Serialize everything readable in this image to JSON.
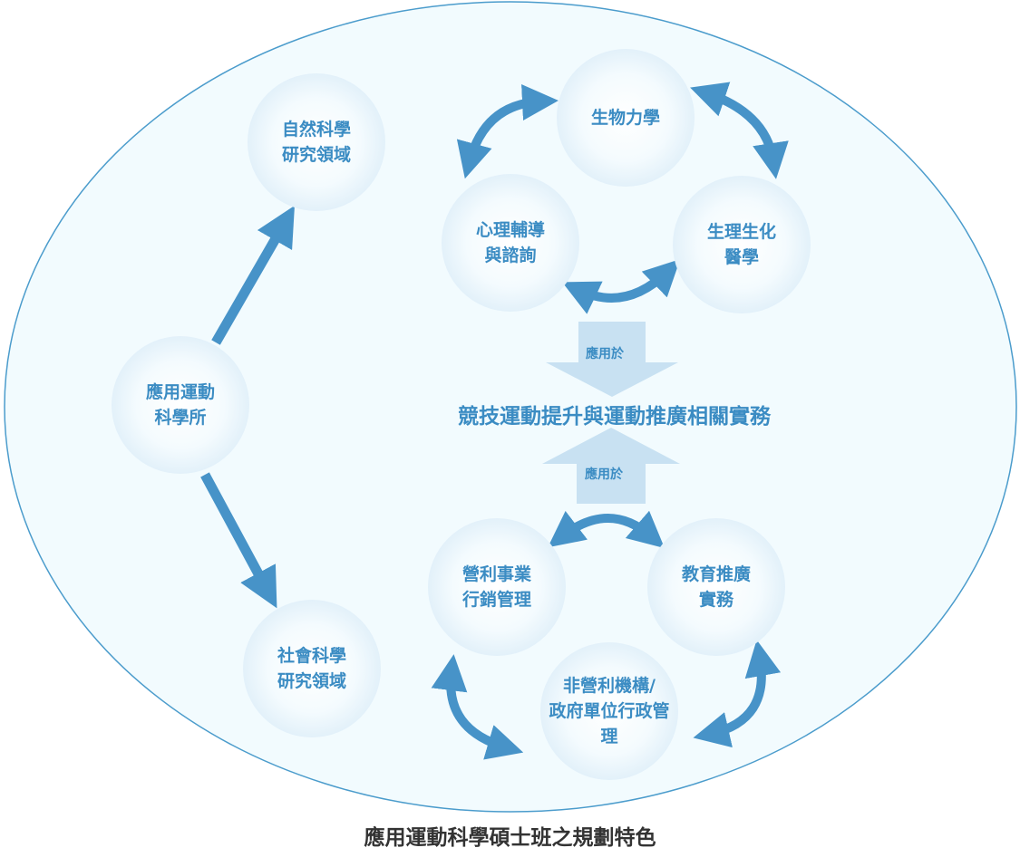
{
  "colors": {
    "arrow": "#4793c8",
    "bubble_text": "#3b8cc3",
    "block_arrow": "#c8e1f2",
    "ellipse_fill": "#f2fbfe",
    "ellipse_stroke": "#4b9ccc"
  },
  "nodes": {
    "institute": "應用運動\n科學所",
    "natural": "自然科學\n研究領域",
    "social": "社會科學\n研究領域",
    "biomech": "生物力學",
    "psych": "心理輔導\n與諮詢",
    "physio": "生理生化\n醫學",
    "business": "營利事業\n行銷管理",
    "education": "教育推廣\n實務",
    "nonprofit": "非營利機構/\n政府單位行政管理"
  },
  "apply_label_top": "應用於",
  "apply_label_bottom": "應用於",
  "center_text": "競技運動提升與運動推廣相關實務",
  "caption": "應用運動科學碩士班之規劃特色"
}
